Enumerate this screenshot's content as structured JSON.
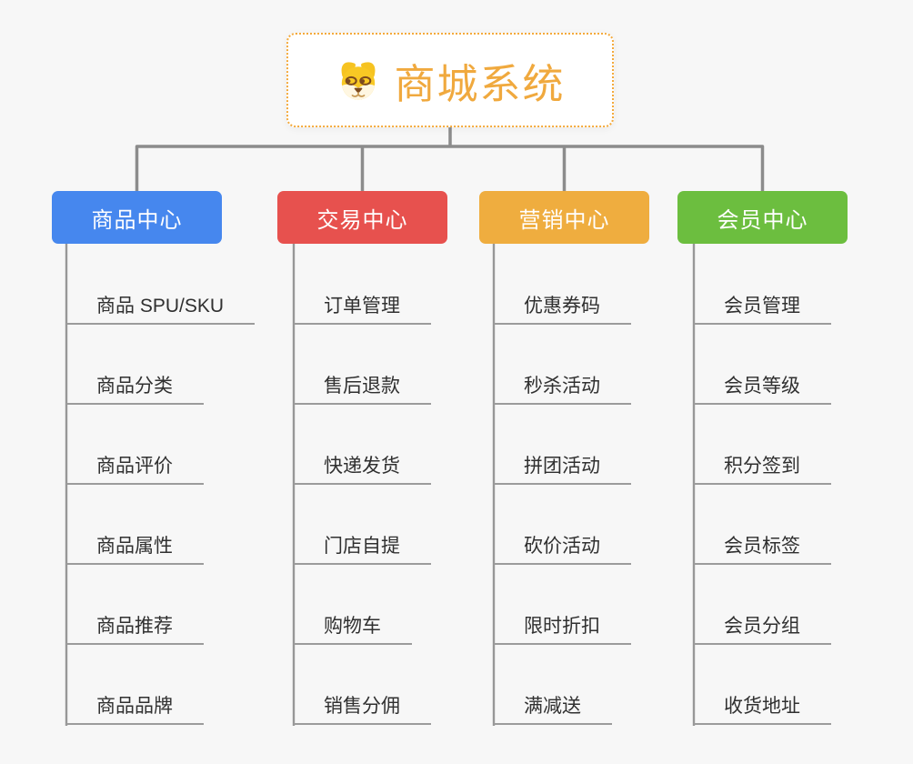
{
  "root": {
    "title": "商城系统",
    "icon": "dog-face-icon"
  },
  "branches": [
    {
      "label": "商品中心",
      "color": "#4687ee",
      "items": [
        "商品 SPU/SKU",
        "商品分类",
        "商品评价",
        "商品属性",
        "商品推荐",
        "商品品牌"
      ]
    },
    {
      "label": "交易中心",
      "color": "#e7514e",
      "items": [
        "订单管理",
        "售后退款",
        "快递发货",
        "门店自提",
        "购物车",
        "销售分佣"
      ]
    },
    {
      "label": "营销中心",
      "color": "#efad3f",
      "items": [
        "优惠券码",
        "秒杀活动",
        "拼团活动",
        "砍价活动",
        "限时折扣",
        "满减送"
      ]
    },
    {
      "label": "会员中心",
      "color": "#6cbe3f",
      "items": [
        "会员管理",
        "会员等级",
        "积分签到",
        "会员标签",
        "会员分组",
        "收货地址"
      ]
    }
  ],
  "colors": {
    "root_border": "#f4aa3c",
    "root_title": "#f0a93e",
    "connector_gray": "#8c8c8c",
    "leaf_line_gray": "#9b9b9b",
    "leaf_text": "#303030",
    "background": "#f7f7f7"
  }
}
